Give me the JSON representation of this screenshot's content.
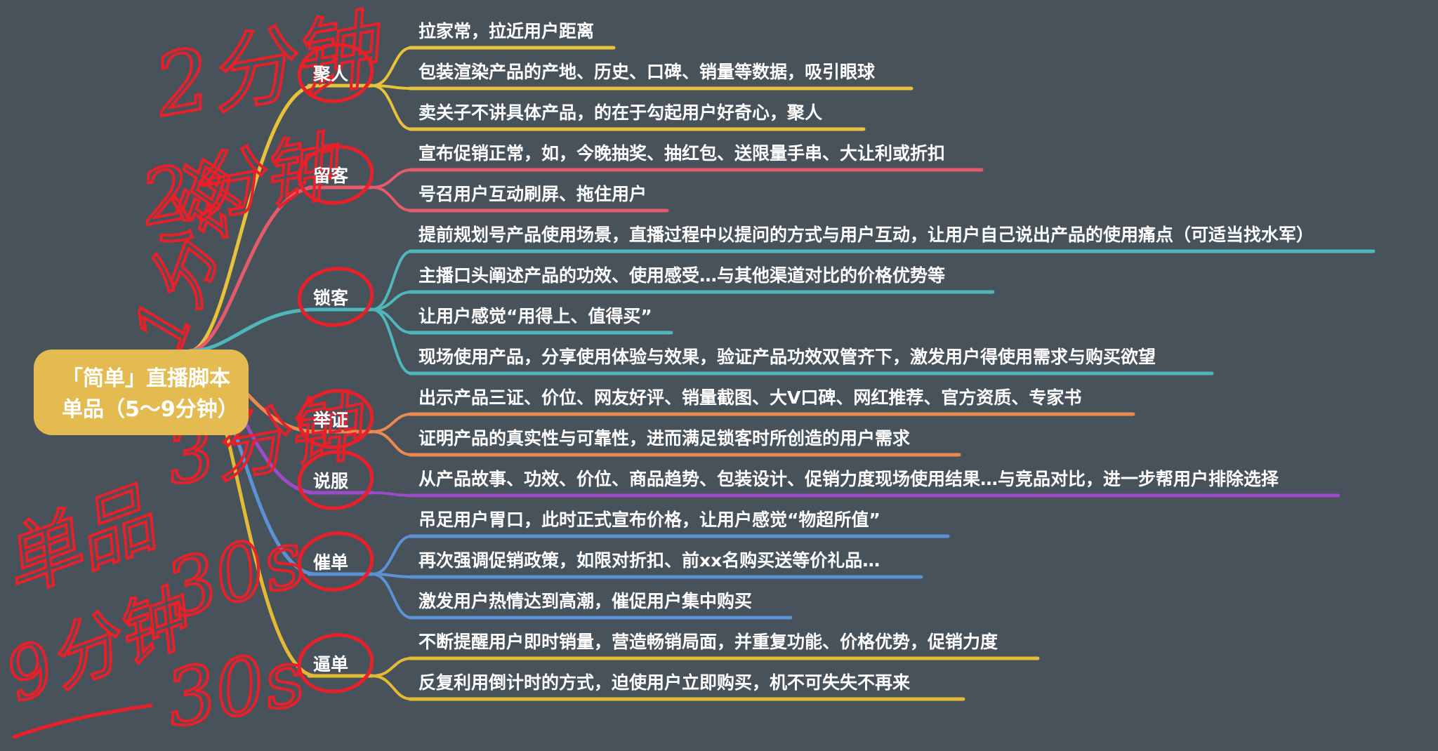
{
  "root": {
    "title_line1": "「简单」直播脚本",
    "title_line2": "单品（5～9分钟）",
    "color": "#e3bb51"
  },
  "branches": [
    {
      "label": "聚人",
      "color": "#e9c23c",
      "items": [
        "拉家常，拉近用户距离",
        "包装渲染产品的产地、历史、口碑、销量等数据，吸引眼球",
        "卖关子不讲具体产品，的在于勾起用户好奇心，聚人"
      ]
    },
    {
      "label": "留客",
      "color": "#e65a6c",
      "items": [
        "宣布促销正常，如，今晚抽奖、抽红包、送限量手串、大让利或折扣",
        "号召用户互动刷屏、拖住用户"
      ]
    },
    {
      "label": "锁客",
      "color": "#4fb6bb",
      "items": [
        "提前规划号产品使用场景，直播过程中以提问的方式与用户互动，让用户自己说出产品的使用痛点（可适当找水军）",
        "主播口头阐述产品的功效、使用感受…与其他渠道对比的价格优势等",
        "让用户感觉“用得上、值得买”",
        "现场使用产品，分享使用体验与效果，验证产品功效双管齐下，激发用户得使用需求与购买欲望"
      ]
    },
    {
      "label": "举证",
      "color": "#ec8a4e",
      "items": [
        "出示产品三证、价位、网友好评、销量截图、大V口碑、网红推荐、官方资质、专家书",
        "证明产品的真实性与可靠性，进而满足锁客时所创造的用户需求"
      ]
    },
    {
      "label": "说服",
      "color": "#9b4bc7",
      "items": [
        "从产品故事、功效、价位、商品趋势、包装设计、促销力度现场使用结果…与竞品对比，进一步帮用户排除选择"
      ]
    },
    {
      "label": "催单",
      "color": "#5b92d6",
      "items": [
        "吊足用户胃口，此时正式宣布价格，让用户感觉“物超所值”",
        "再次强调促销政策，如限对折扣、前xx名购买送等价礼品…",
        "激发用户热情达到高潮，催促用户集中购买"
      ]
    },
    {
      "label": "逼单",
      "color": "#e3b935",
      "items": [
        "不断提醒用户即时销量，营造畅销局面，并重复功能、价格优势，促销力度",
        "反复利用倒计时的方式，迫使用户立即购买，机不可失失不再来"
      ]
    }
  ],
  "annotations": {
    "color": "#e8202a",
    "texts": [
      "2分钟",
      "2分钟",
      "1分钟",
      "3分钟",
      "单品",
      "30s",
      "9分钟",
      "30s"
    ]
  }
}
